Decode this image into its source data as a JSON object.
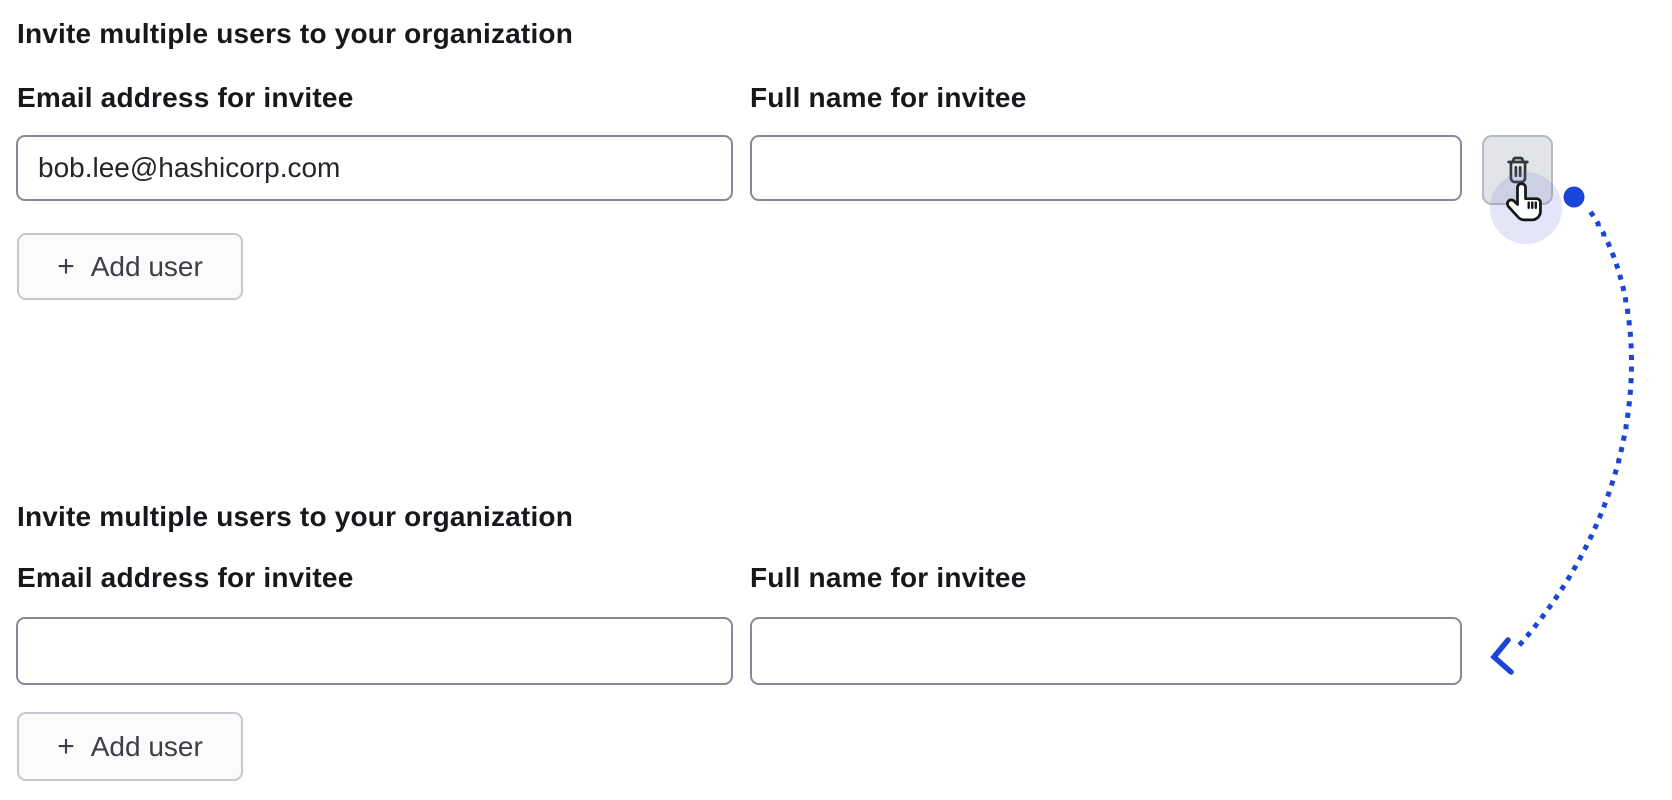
{
  "page": {
    "background": "#ffffff"
  },
  "colors": {
    "annotation_blue": "#1b45d6",
    "click_halo": "rgba(107,116,217,0.18)",
    "input_border": "#868998",
    "add_button_bg": "#fbfbfc",
    "add_button_border": "#c6c8cf",
    "trash_button_bg": "#e3e4e8",
    "trash_button_border": "#b7b9c2",
    "text": "#17181c"
  },
  "icons": {
    "plus": "+",
    "trash": "trash-icon",
    "hand_cursor": "hand-pointer-icon",
    "click_dot": "click-indicator-dot",
    "arrow": "dotted-curved-arrow"
  },
  "sections": [
    {
      "title": "Invite multiple users to your organization",
      "email_label": "Email address for invitee",
      "name_label": "Full name for invitee",
      "email_value": "bob.lee@hashicorp.com",
      "name_value": "",
      "add_user_label": "Add user"
    },
    {
      "title": "Invite multiple users to your organization",
      "email_label": "Email address for invitee",
      "name_label": "Full name for invitee",
      "email_value": "",
      "name_value": "",
      "add_user_label": "Add user"
    }
  ]
}
